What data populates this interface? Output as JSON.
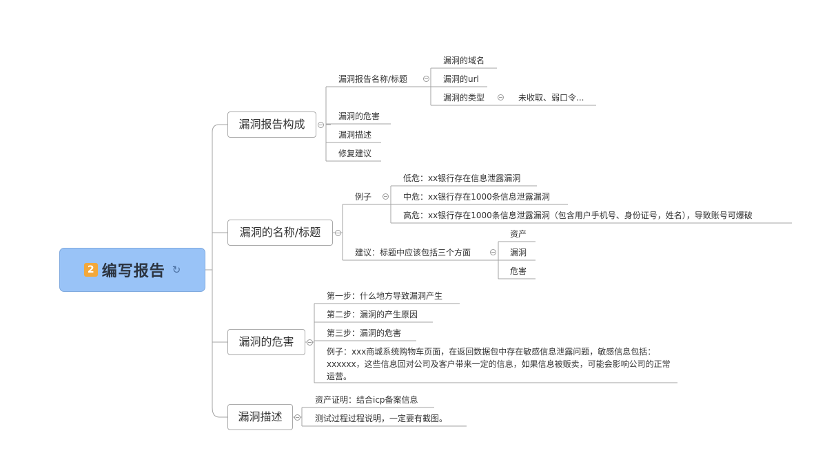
{
  "root": {
    "badge": "2",
    "title": "编写报告",
    "icon": "refresh-cycle-icon"
  },
  "branches": {
    "report": {
      "label": "漏洞报告构成",
      "title_node": "漏洞报告名称/标题",
      "domain": "漏洞的域名",
      "url": "漏洞的url",
      "type": "漏洞的类型",
      "type_detail": "未收取、弱口令...",
      "harm": "漏洞的危害",
      "desc": "漏洞描述",
      "fix": "修复建议"
    },
    "naming": {
      "label": "漏洞的名称/标题",
      "example": "例子",
      "low": "低危：xx银行存在信息泄露漏洞",
      "mid": "中危：xx银行存在1000条信息泄露漏洞",
      "high": "高危：xx银行存在1000条信息泄露漏洞（包含用户手机号、身份证号，姓名），导致账号可爆破",
      "advice": "建议：标题中应该包括三个方面",
      "asset": "资产",
      "vuln": "漏洞",
      "danger": "危害"
    },
    "harm": {
      "label": "漏洞的危害",
      "step1": "第一步：什么地方导致漏洞产生",
      "step2": "第二步：漏洞的产生原因",
      "step3": "第三步：漏洞的危害",
      "example": "例子：xxx商城系统购物车页面，在返回数据包中存在敏感信息泄露问题，敏感信息包括：xxxxxx，这些信息回对公司及客户带来一定的信息，如果信息被贩卖，可能会影响公司的正常运营。"
    },
    "desc": {
      "label": "漏洞描述",
      "asset_proof": "资产证明：结合icp备案信息",
      "test_process": "测试过程过程说明，一定要有截图。"
    }
  }
}
